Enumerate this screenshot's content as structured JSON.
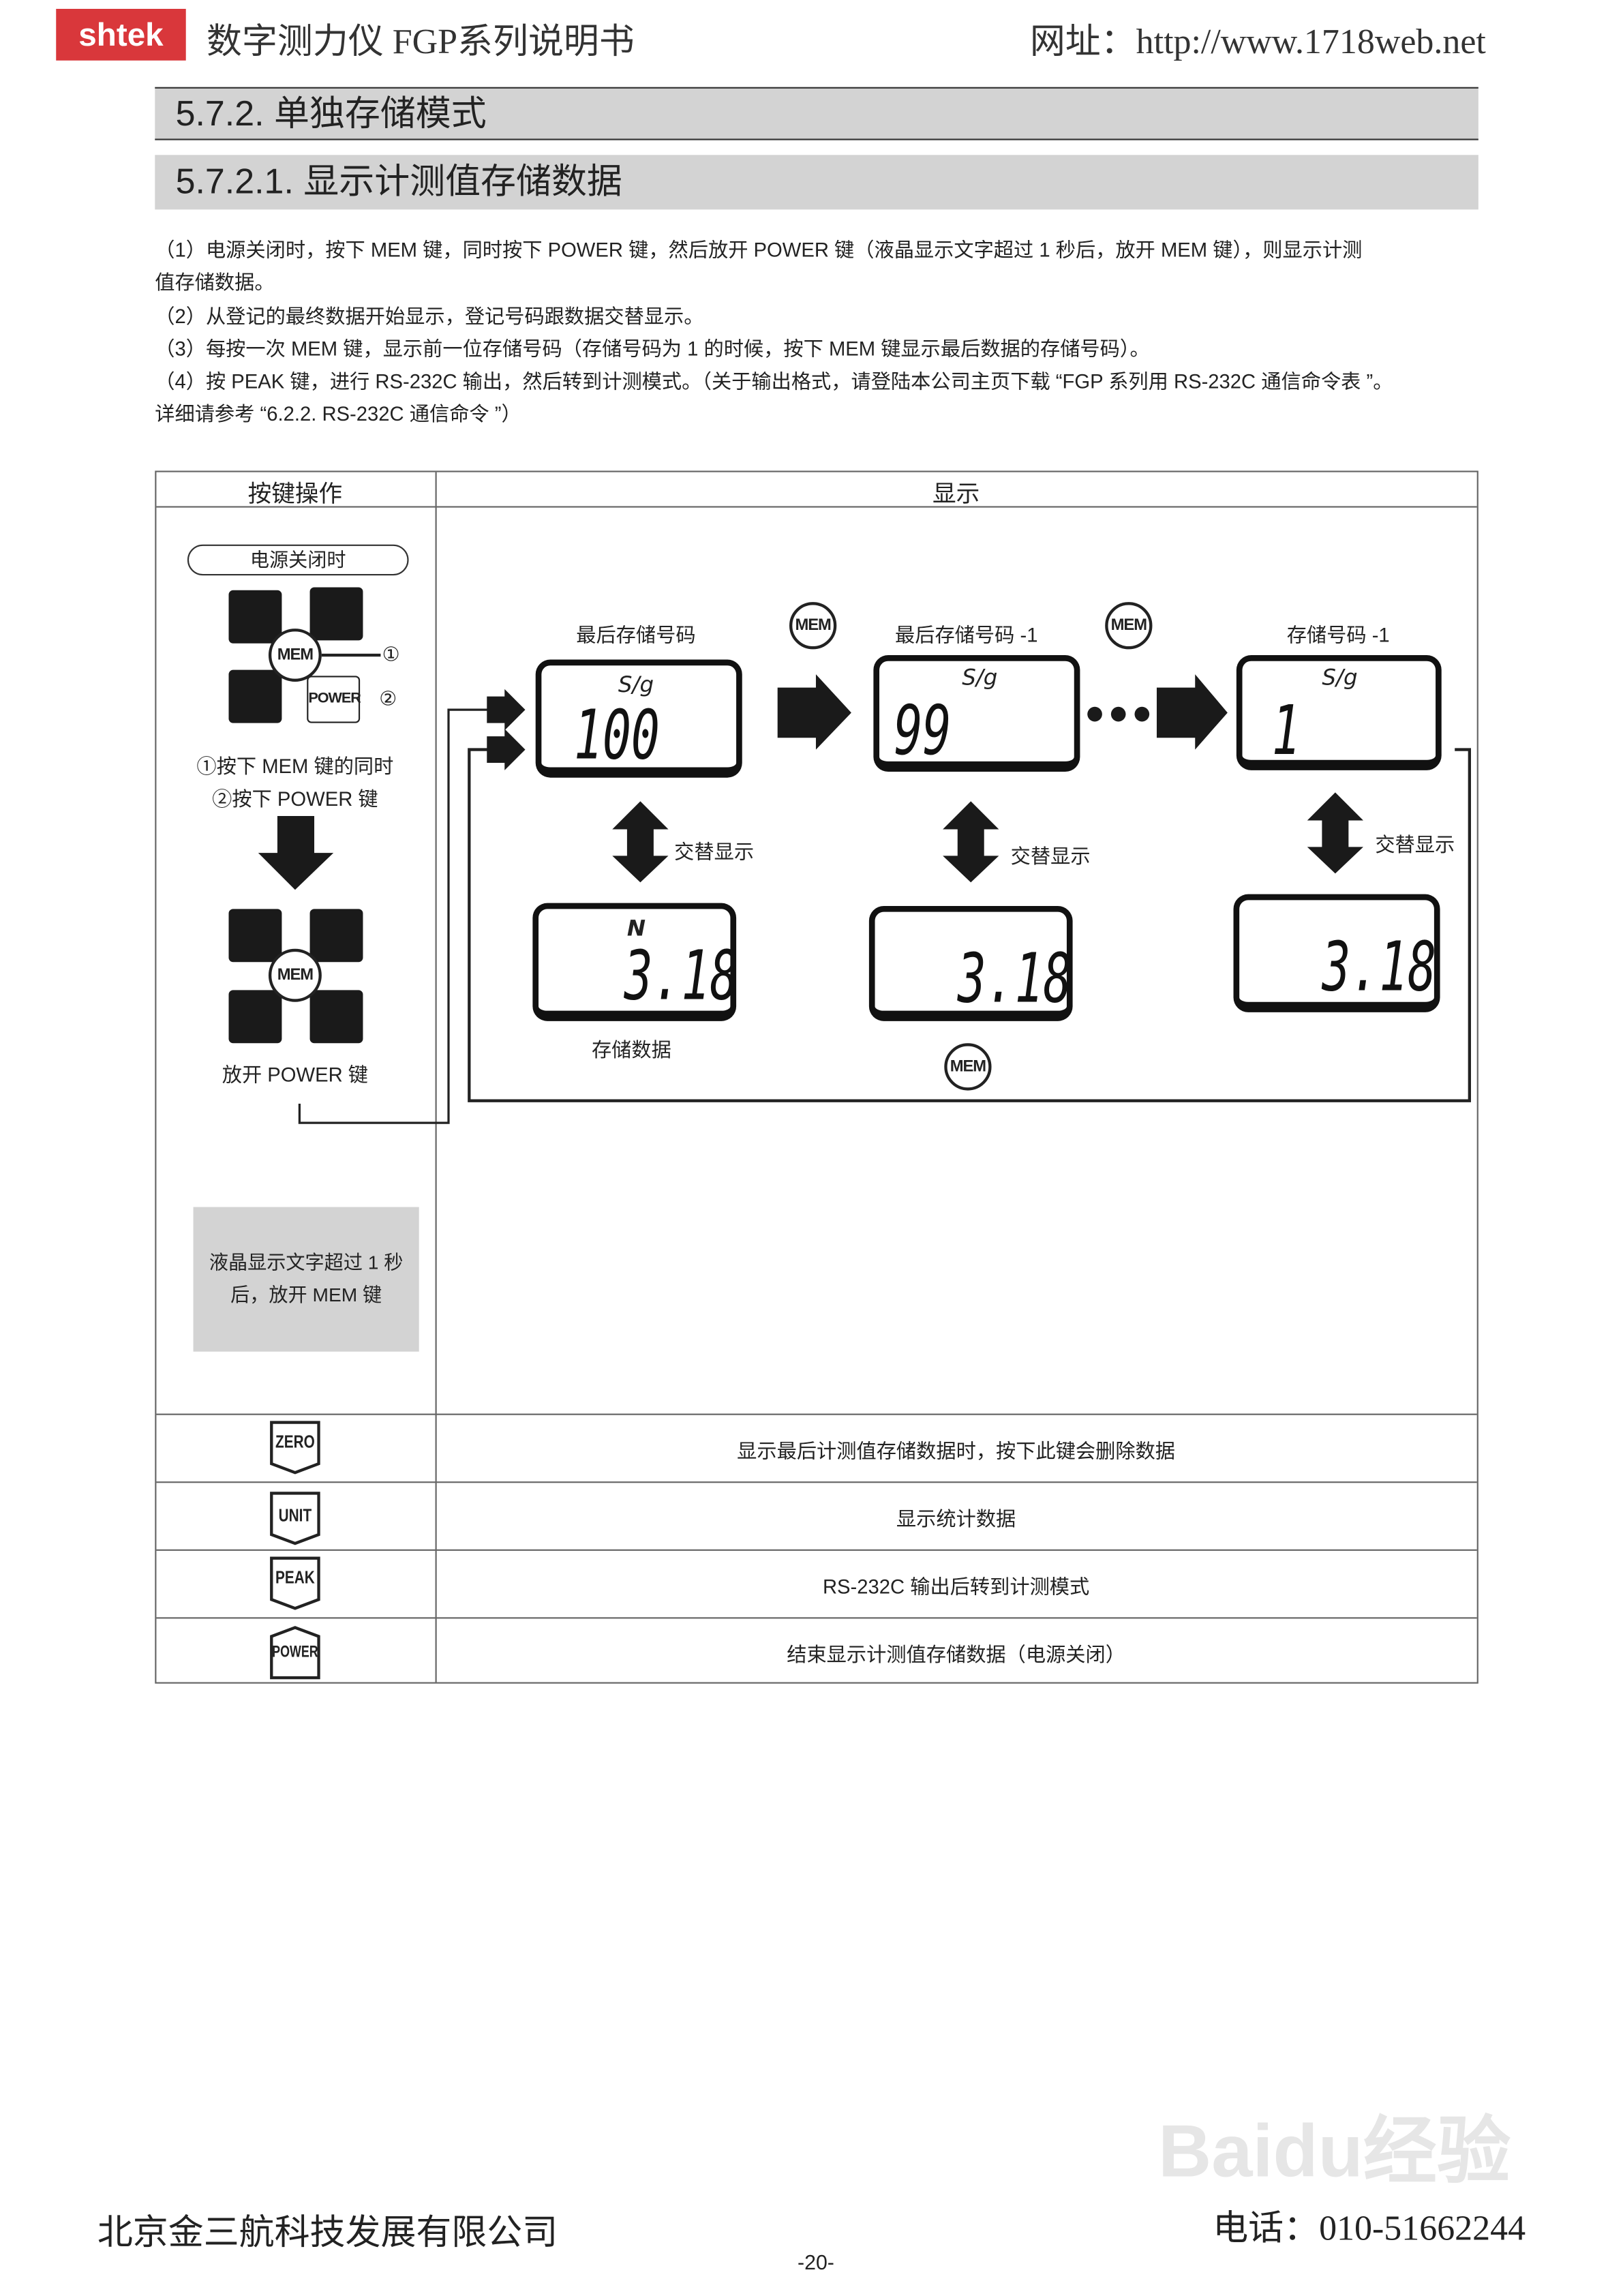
{
  "header": {
    "logo": "shtek",
    "title": "数字测力仪 FGP系列说明书",
    "url": "网址：http://www.1718web.net"
  },
  "section": {
    "h1": "5.7.2. 单独存储模式",
    "h2": "5.7.2.1. 显示计测值存储数据"
  },
  "paragraphs": [
    "（1）电源关闭时，按下 MEM 键，同时按下 POWER 键，然后放开 POWER 键（液晶显示文字超过 1 秒后，放开 MEM 键），则显示计测",
    "值存储数据。",
    "（2）从登记的最终数据开始显示，登记号码跟数据交替显示。",
    "（3）每按一次 MEM 键，显示前一位存储号码（存储号码为 1 的时候，按下 MEM 键显示最后数据的存储号码）。",
    "（4）按 PEAK 键，进行 RS-232C 输出，然后转到计测模式。（关于输出格式，请登陆本公司主页下载 “FGP 系列用 RS-232C 通信命令表 ”。",
    "详细请参考 “6.2.2. RS-232C 通信命令 ”）"
  ],
  "table": {
    "headers": [
      "按键操作",
      "显示"
    ],
    "keyops": {
      "power_off": "电源关闭时",
      "mem": "MEM",
      "power": "POWER",
      "n1": "①",
      "n2": "②",
      "step1": "①按下 MEM 键的同时",
      "step2": "②按下 POWER 键",
      "release_power": "放开 POWER 键",
      "note_line1": "液晶显示文字超过 1 秒",
      "note_line2": "后，放开 MEM 键"
    },
    "display": {
      "labels": [
        "最后存储号码",
        "最后存储号码 -1",
        "存储号码 -1"
      ],
      "unit_top": "S/g",
      "numbers": [
        "100",
        "99",
        "1"
      ],
      "values": [
        "3.18",
        "3.18",
        "3.18"
      ],
      "unit_bottom": "N",
      "alternate": "交替显示",
      "stored_data": "存储数据",
      "mem": "MEM"
    },
    "rows": [
      {
        "key": "ZERO",
        "desc": "显示最后计测值存储数据时，按下此键会删除数据"
      },
      {
        "key": "UNIT",
        "desc": "显示统计数据"
      },
      {
        "key": "PEAK",
        "desc": "RS-232C 输出后转到计测模式"
      },
      {
        "key": "POWER",
        "desc": "结束显示计测值存储数据（电源关闭）"
      }
    ]
  },
  "footer": {
    "company": "北京金三航科技发展有限公司",
    "phone": "电话：010-51662244",
    "page": "-20-",
    "watermark": "Baidu经验"
  }
}
